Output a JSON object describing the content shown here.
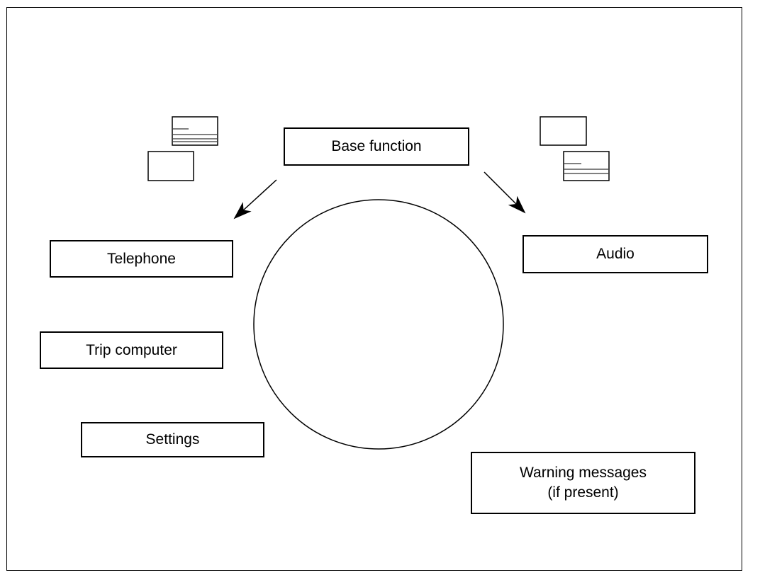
{
  "nodes": {
    "base_function": "Base function",
    "telephone": "Telephone",
    "audio": "Audio",
    "trip_computer": "Trip computer",
    "settings": "Settings",
    "warning_line1": "Warning messages",
    "warning_line2": "(if present)"
  },
  "icons": {
    "left_group": "stacked-display-screens-icon",
    "right_group": "stacked-display-screens-icon"
  },
  "colors": {
    "stroke": "#000000",
    "background": "#ffffff"
  }
}
